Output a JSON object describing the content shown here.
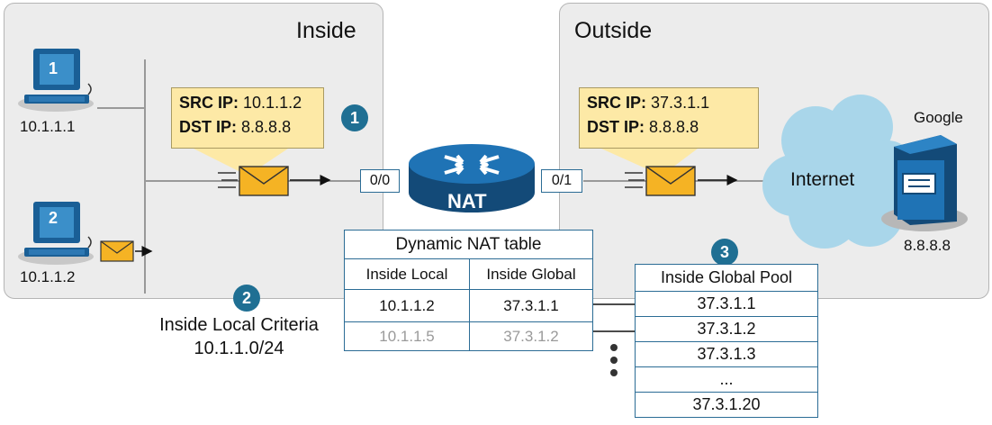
{
  "zones": {
    "inside_title": "Inside",
    "outside_title": "Outside"
  },
  "hosts": [
    {
      "number": "1",
      "ip": "10.1.1.1"
    },
    {
      "number": "2",
      "ip": "10.1.1.2"
    }
  ],
  "packet_inside": {
    "src_label": "SRC IP:",
    "src_value": "10.1.1.2",
    "dst_label": "DST IP:",
    "dst_value": "8.8.8.8",
    "step": "1"
  },
  "packet_outside": {
    "src_label": "SRC IP:",
    "src_value": "37.3.1.1",
    "dst_label": "DST IP:",
    "dst_value": "8.8.8.8"
  },
  "router": {
    "label": "NAT",
    "port_in": "0/0",
    "port_out": "0/1"
  },
  "internet": {
    "label": "Internet",
    "server_name": "Google",
    "server_ip": "8.8.8.8"
  },
  "nat_table": {
    "caption": "Dynamic NAT table",
    "col_local": "Inside Local",
    "col_global": "Inside Global",
    "rows": [
      {
        "local": "10.1.1.2",
        "global": "37.3.1.1"
      },
      {
        "local": "10.1.1.5",
        "global": "37.3.1.2"
      }
    ]
  },
  "criteria": {
    "step": "2",
    "title": "Inside Local Criteria",
    "value": "10.1.1.0/24"
  },
  "pool": {
    "step": "3",
    "header": "Inside Global Pool",
    "entries": [
      "37.3.1.1",
      "37.3.1.2",
      "37.3.1.3",
      "...",
      "37.3.1.20"
    ]
  },
  "colors": {
    "zone_fill": "#ececec",
    "box_fill": "#fde9a6",
    "badge": "#1f6f93",
    "table_border": "#2b6c95",
    "router": "#1a5f96",
    "cloud": "#a9d6ea",
    "envelope": "#f5b324"
  }
}
